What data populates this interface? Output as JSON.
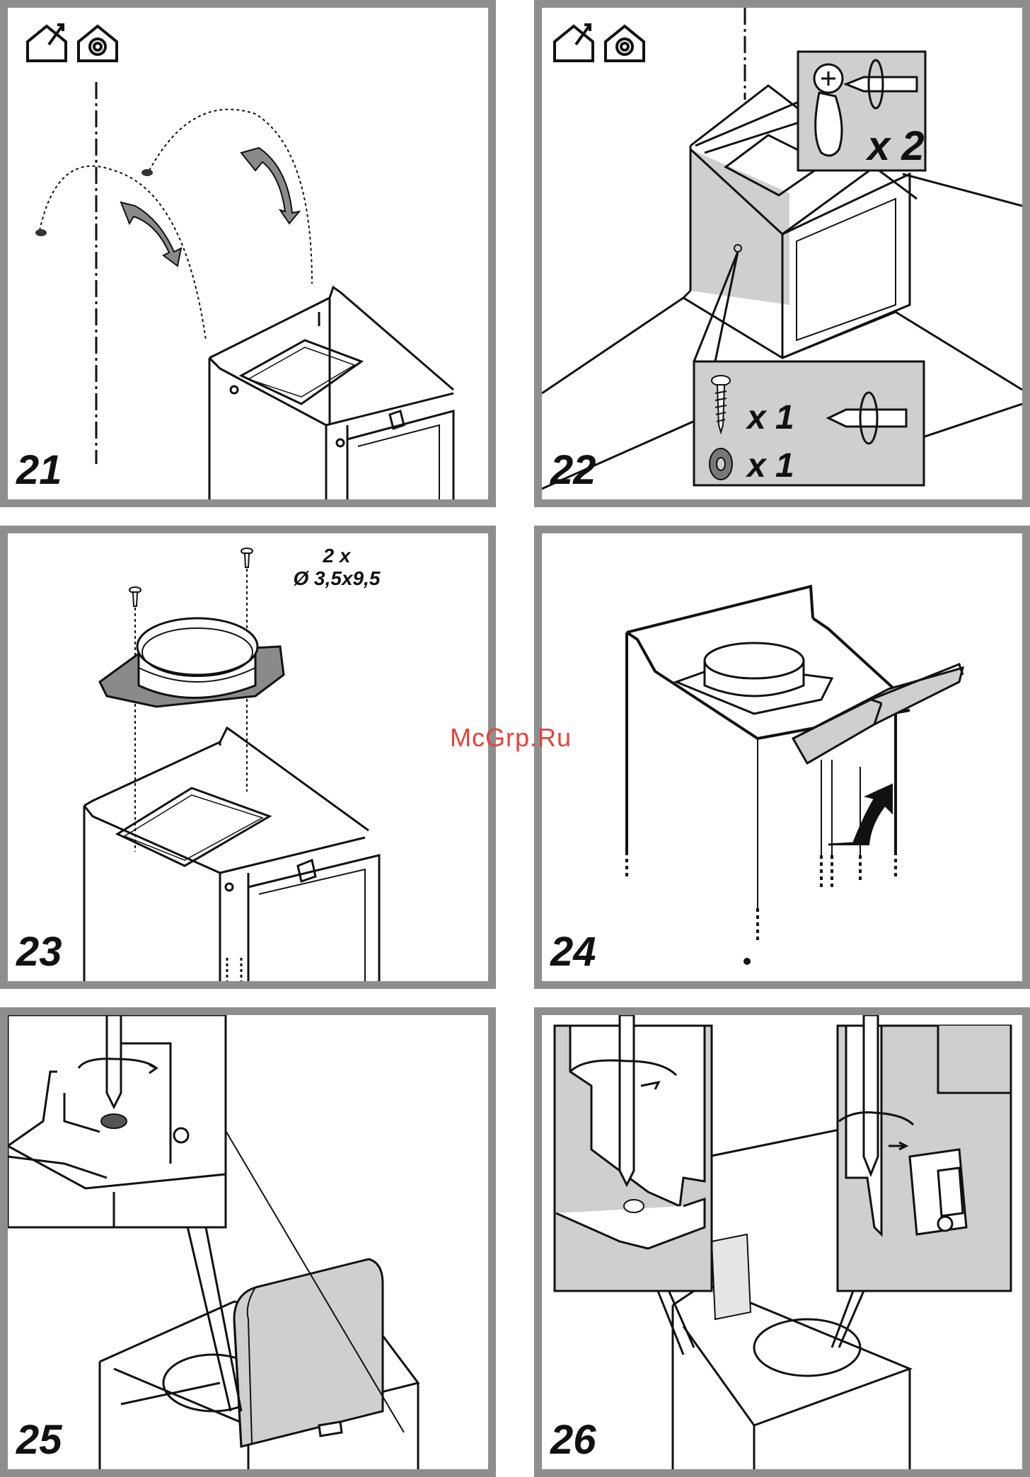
{
  "watermark": "McGrp.Ru",
  "steps": [
    {
      "number": "21"
    },
    {
      "number": "22",
      "callouts": {
        "keyhole_count": "x 2",
        "screw_count": "x 1",
        "washer_count": "x 1"
      }
    },
    {
      "number": "23",
      "screw_spec_line1": "2 x",
      "screw_spec_line2": "Ø 3,5x9,5"
    },
    {
      "number": "24"
    },
    {
      "number": "25"
    },
    {
      "number": "26"
    }
  ],
  "colors": {
    "frame": "#8e8e8e",
    "shade": "#cfcfcf",
    "ink": "#111111",
    "watermark": "#e8413a"
  }
}
